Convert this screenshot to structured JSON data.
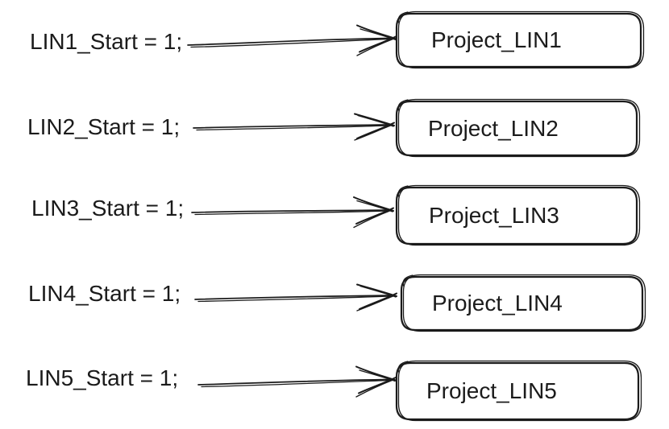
{
  "diagram": {
    "colors": {
      "background": "#ffffff",
      "ink": "#1b1b1b"
    },
    "connector_icon": "right-arrow-icon",
    "style": "hand-drawn",
    "rows": [
      {
        "source": "LIN1_Start = 1;",
        "target": "Project_LIN1"
      },
      {
        "source": "LIN2_Start = 1;",
        "target": "Project_LIN2"
      },
      {
        "source": "LIN3_Start = 1;",
        "target": "Project_LIN3"
      },
      {
        "source": "LIN4_Start = 1;",
        "target": "Project_LIN4"
      },
      {
        "source": "LIN5_Start = 1;",
        "target": "Project_LIN5"
      }
    ]
  }
}
